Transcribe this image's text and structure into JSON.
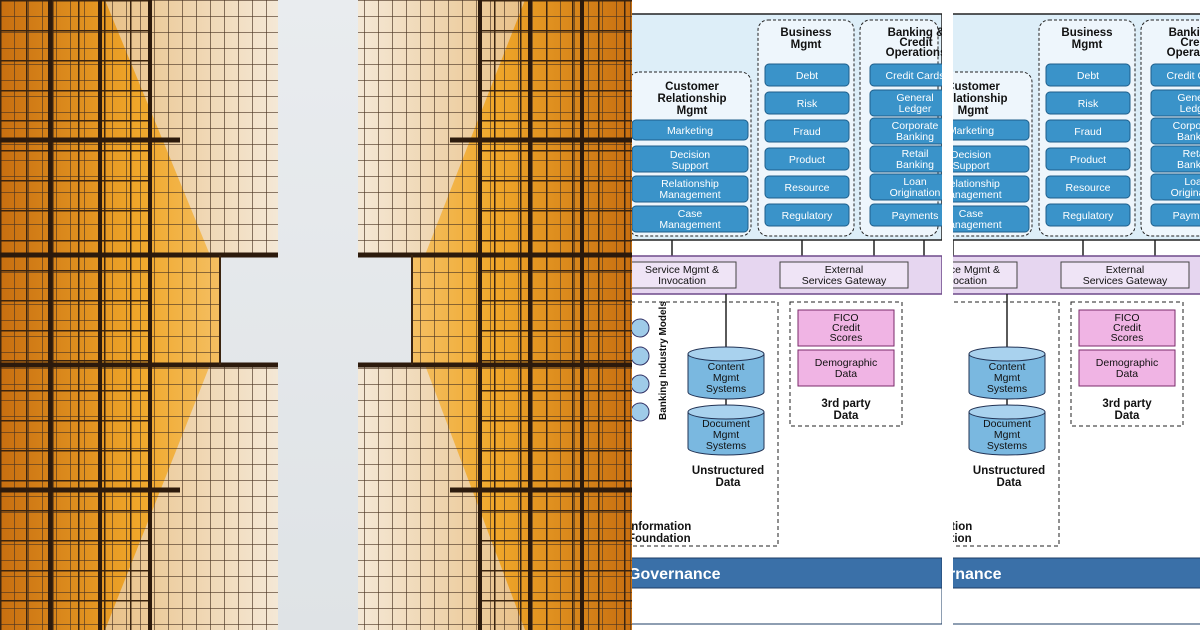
{
  "photo": {
    "subject": "glass skyscrapers viewed from below"
  },
  "diagram": {
    "business_mgmt": {
      "title1": "Business",
      "title2": "Mgmt",
      "items": [
        "Debt",
        "Risk",
        "Fraud",
        "Product",
        "Resource",
        "Regulatory"
      ]
    },
    "banking": {
      "title1": "Banking &",
      "title2": "Credit",
      "title3": "Operations",
      "items": [
        [
          "Credit Cards"
        ],
        [
          "General",
          "Ledger"
        ],
        [
          "Corporate",
          "Banking"
        ],
        [
          "Retail",
          "Banking"
        ],
        [
          "Loan",
          "Origination"
        ],
        [
          "Payments"
        ]
      ]
    },
    "crm": {
      "title1": "Customer",
      "title2": "Relationship",
      "title3": "Mgmt",
      "items": [
        [
          "Marketing"
        ],
        [
          "Decision",
          "Support"
        ],
        [
          "Relationship",
          "Management"
        ],
        [
          "Case",
          "Management"
        ]
      ]
    },
    "services": {
      "mgmt1": "Service Mgmt &",
      "mgmt2": "Invocation",
      "gateway1": "External",
      "gateway2": "Services Gateway"
    },
    "third_party": {
      "fico1": "FICO",
      "fico2": "Credit",
      "fico3": "Scores",
      "demo1": "Demographic",
      "demo2": "Data",
      "label1": "3rd party",
      "label2": "Data"
    },
    "unstructured": {
      "content1": "Content",
      "content2": "Mgmt",
      "content3": "Systems",
      "document1": "Document",
      "document2": "Mgmt",
      "document3": "Systems",
      "label1": "Unstructured",
      "label2": "Data",
      "models_label": "Banking Industry Models"
    },
    "foundation": {
      "label1": "Information",
      "label2": "Foundation"
    },
    "governance": {
      "label": "Governance"
    }
  },
  "colors": {
    "panel_bg": "#ddeef8",
    "button_fill": "#3a93c9",
    "bus_fill": "#e6d6f0",
    "third_party_fill": "#f0b4e4",
    "cylinder_fill": "#7ab8e0",
    "governance_bar": "#3a70a8"
  }
}
